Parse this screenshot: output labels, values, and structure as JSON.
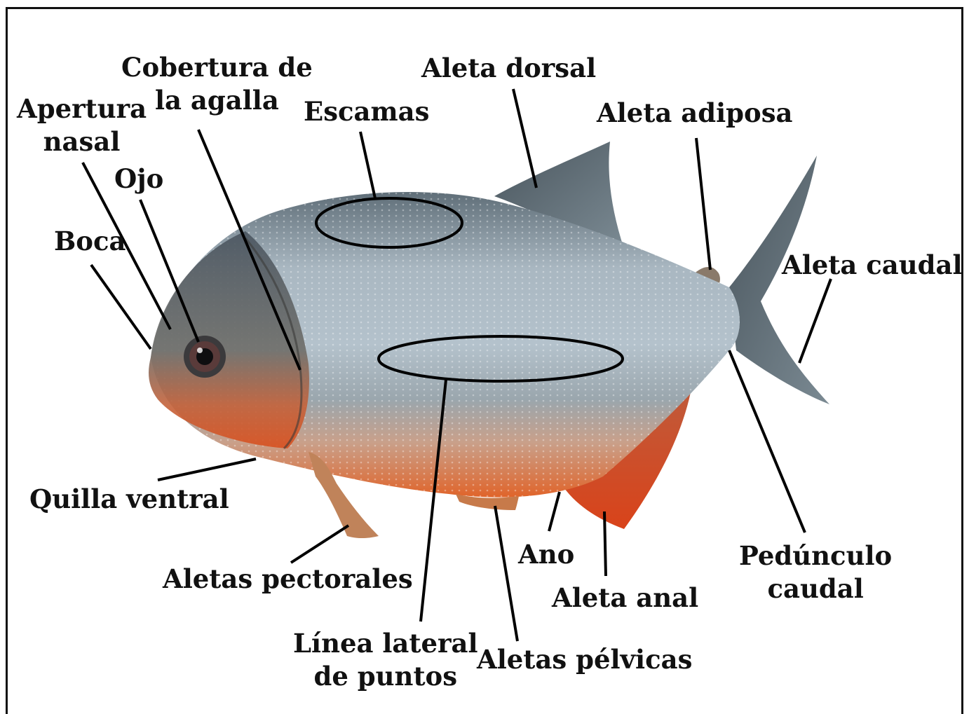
{
  "colors": {
    "line": "#000000",
    "text": "#111111",
    "body_silver": "#9aaab6",
    "belly_orange": "#e0642a",
    "fin_gray": "#57636b"
  },
  "labels": {
    "boca": "Boca",
    "apertura_nasal": [
      "Apertura",
      "nasal"
    ],
    "ojo": "Ojo",
    "cobertura_agalla": [
      "Cobertura de",
      "la agalla"
    ],
    "escamas": "Escamas",
    "aleta_dorsal": "Aleta dorsal",
    "aleta_adiposa": "Aleta adiposa",
    "aleta_caudal": "Aleta caudal",
    "quilla_ventral": "Quilla ventral",
    "aletas_pectorales": "Aletas pectorales",
    "linea_lateral": [
      "Línea lateral",
      "de puntos"
    ],
    "aletas_pelvicas": "Aletas pélvicas",
    "ano": "Ano",
    "aleta_anal": "Aleta anal",
    "pedunculo_caudal": [
      "Pedúnculo",
      "caudal"
    ]
  }
}
